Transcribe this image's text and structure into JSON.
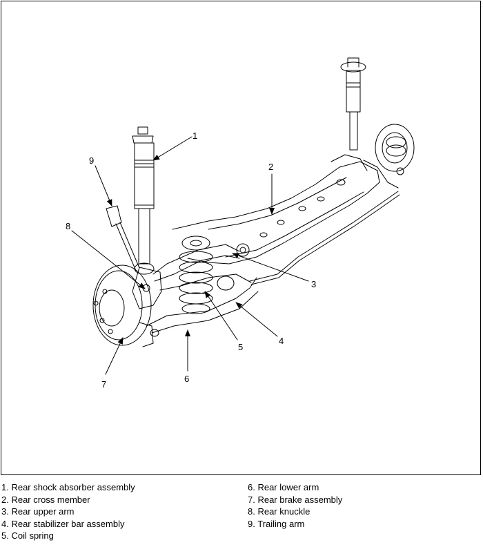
{
  "callouts": [
    "1",
    "2",
    "3",
    "4",
    "5",
    "6",
    "7",
    "8",
    "9"
  ],
  "legend": {
    "left": [
      "1. Rear shock absorber assembly",
      "2. Rear cross member",
      "3. Rear upper arm",
      "4. Rear stabilizer bar assembly",
      "5. Coil spring"
    ],
    "right": [
      "6. Rear lower arm",
      "7. Rear brake assembly",
      "8. Rear knuckle",
      "9. Trailing arm"
    ]
  },
  "colors": {
    "line": "#000000",
    "background": "#ffffff"
  }
}
